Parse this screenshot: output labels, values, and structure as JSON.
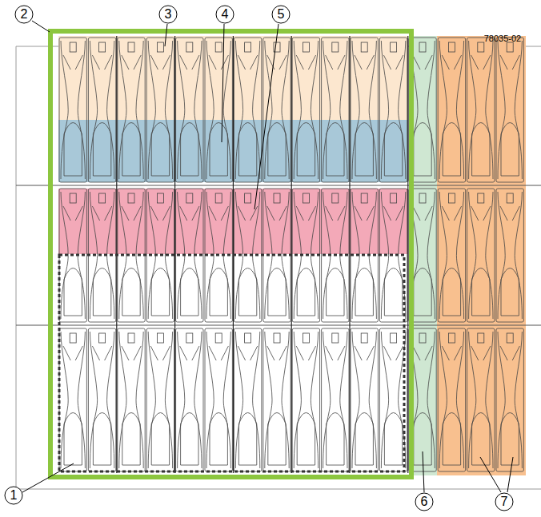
{
  "diagram": {
    "labels": [
      "2",
      "3",
      "4",
      "5",
      "78035-02",
      "1",
      "6",
      "7"
    ]
  }
}
